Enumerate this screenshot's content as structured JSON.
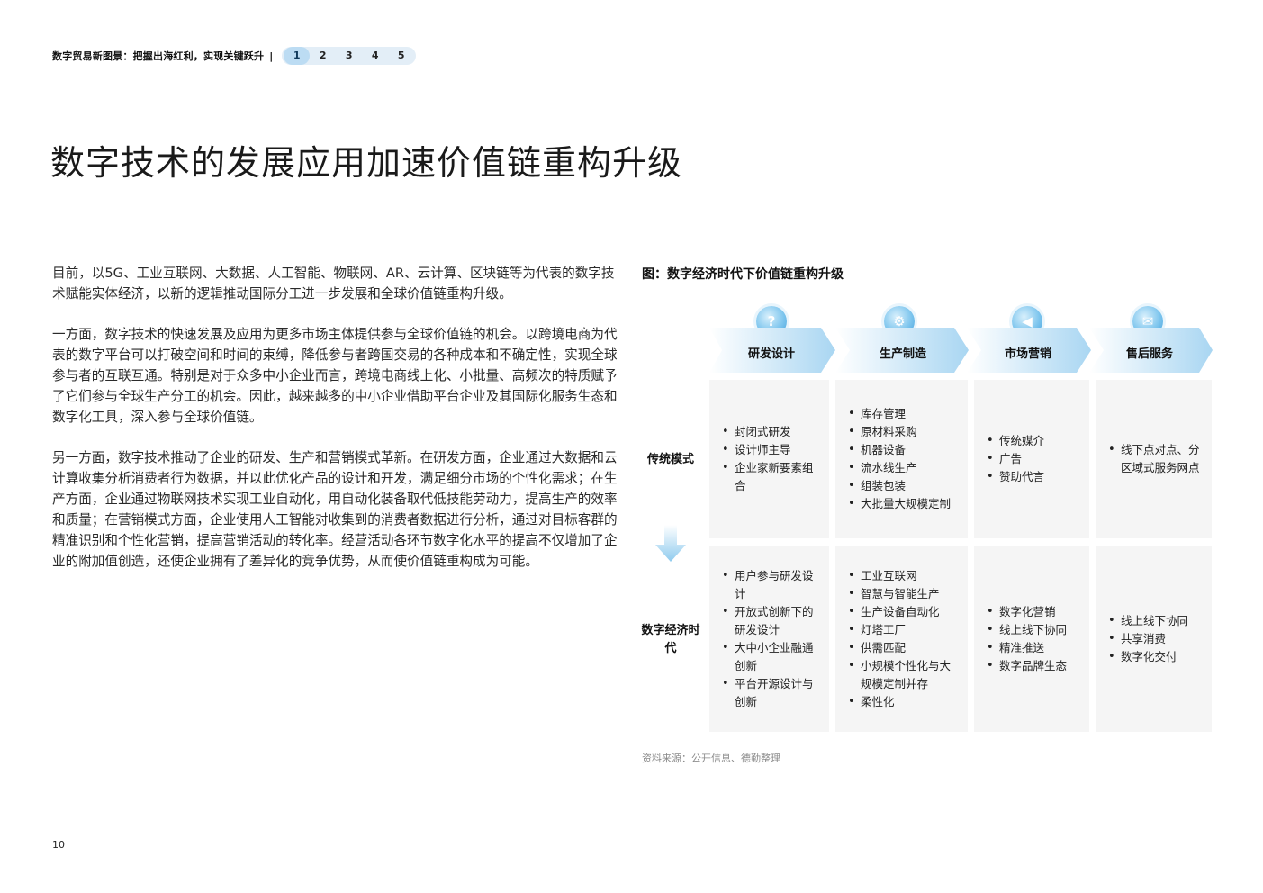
{
  "header": {
    "title": "数字贸易新图景：把握出海红利，实现关键跃升",
    "separator": "|",
    "pages": [
      "1",
      "2",
      "3",
      "4",
      "5"
    ],
    "active_page": "1"
  },
  "page_title": "数字技术的发展应用加速价值链重构升级",
  "paragraphs": [
    "目前，以5G、工业互联网、大数据、人工智能、物联网、AR、云计算、区块链等为代表的数字技术赋能实体经济，以新的逻辑推动国际分工进一步发展和全球价值链重构升级。",
    "一方面，数字技术的快速发展及应用为更多市场主体提供参与全球价值链的机会。以跨境电商为代表的数字平台可以打破空间和时间的束缚，降低参与者跨国交易的各种成本和不确定性，实现全球参与者的互联互通。特别是对于众多中小企业而言，跨境电商线上化、小批量、高频次的特质赋予了它们参与全球生产分工的机会。因此，越来越多的中小企业借助平台企业及其国际化服务生态和数字化工具，深入参与全球价值链。",
    "另一方面，数字技术推动了企业的研发、生产和营销模式革新。在研发方面，企业通过大数据和云计算收集分析消费者行为数据，并以此优化产品的设计和开发，满足细分市场的个性化需求；在生产方面，企业通过物联网技术实现工业自动化，用自动化装备取代低技能劳动力，提高生产的效率和质量；在营销模式方面，企业使用人工智能对收集到的消费者数据进行分析，通过对目标客群的精准识别和个性化营销，提高营销活动的转化率。经营活动各环节数字化水平的提高不仅增加了企业的附加值创造，还使企业拥有了差异化的竞争优势，从而使价值链重构成为可能。"
  ],
  "figure": {
    "title": "图：数字经济时代下价值链重构升级",
    "stages": [
      {
        "label": "研发设计",
        "icon": "lightbulb-icon",
        "glyph": "?"
      },
      {
        "label": "生产制造",
        "icon": "robot-arm-icon",
        "glyph": "⚙"
      },
      {
        "label": "市场营销",
        "icon": "megaphone-icon",
        "glyph": "◀"
      },
      {
        "label": "售后服务",
        "icon": "service-icon",
        "glyph": "✉"
      }
    ],
    "rows": [
      {
        "label": "传统模式",
        "cells": [
          [
            "封闭式研发",
            "设计师主导",
            "企业家新要素组合"
          ],
          [
            "库存管理",
            "原材料采购",
            "机器设备",
            "流水线生产",
            "组装包装",
            "大批量大规模定制"
          ],
          [
            "传统媒介",
            "广告",
            "赞助代言"
          ],
          [
            "线下点对点、分区域式服务网点"
          ]
        ]
      },
      {
        "label": "数字经济时代",
        "cells": [
          [
            "用户参与研发设计",
            "开放式创新下的研发设计",
            "大中小企业融通创新",
            "平台开源设计与创新"
          ],
          [
            "工业互联网",
            "智慧与智能生产",
            "生产设备自动化",
            "灯塔工厂",
            "供需匹配",
            "小规模个性化与大规模定制并存",
            "柔性化"
          ],
          [
            "数字化营销",
            "线上线下协同",
            "精准推送",
            "数字品牌生态"
          ],
          [
            "线上线下协同",
            "共享消费",
            "数字化交付"
          ]
        ]
      }
    ],
    "colors": {
      "accent": "#4aa8e0",
      "cell_bg": "#f5f5f5",
      "chevron_light": "#ffffff",
      "chevron_dark": "#a9d6f2"
    }
  },
  "source": "资料来源：公开信息、德勤整理",
  "page_number": "10"
}
